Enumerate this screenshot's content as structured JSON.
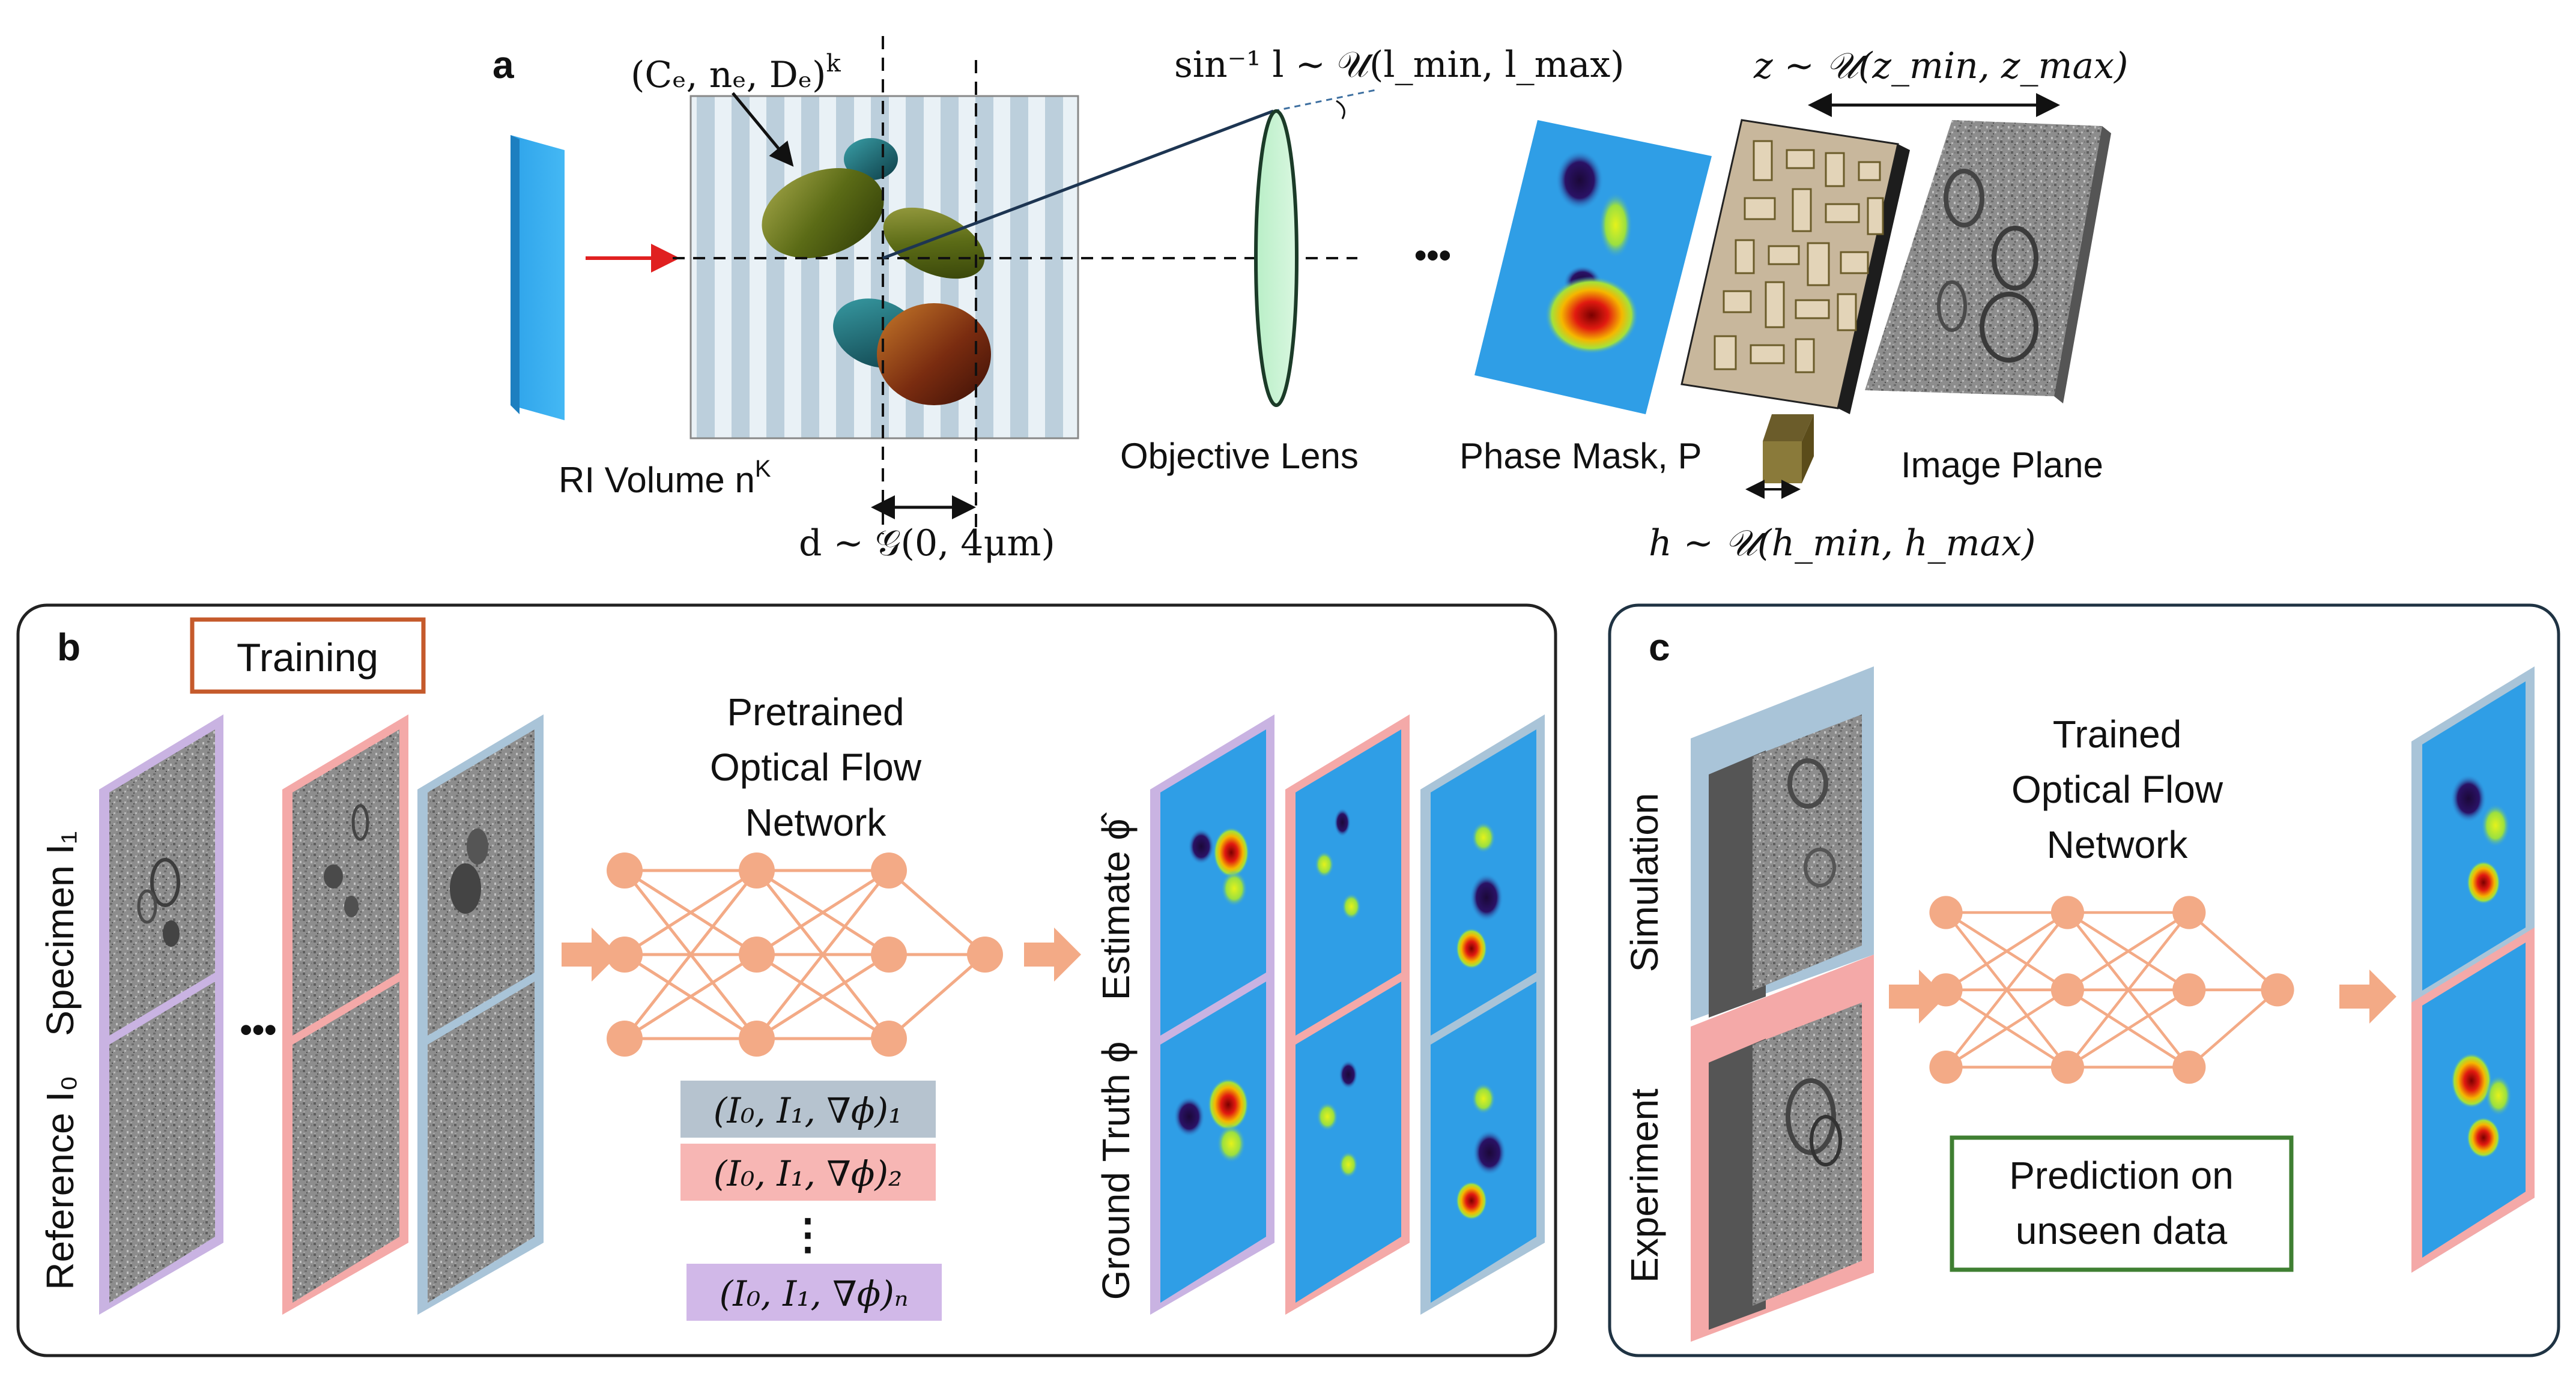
{
  "panel_a": {
    "letter": "a",
    "ri_volume_label": "RI Volume n",
    "ri_volume_sup": "K",
    "ellipsoid_params": "(Cₑ, nₑ, Dₑ)",
    "ellipsoid_params_sup": "k",
    "tilt_formula": "sin⁻¹ l  ~ 𝒰(l_min, l_max)",
    "grating_formula": "d ~ 𝒢(0, 4μm)",
    "objective_label": "Objective Lens",
    "ellipsis": "•••",
    "phase_mask_label": "Phase Mask, P",
    "image_plane_label": "Image Plane",
    "z_formula": "z ~ 𝒰(z_min, z_max)",
    "h_formula": "h ~ 𝒰(h_min, h_max)"
  },
  "panel_b": {
    "letter": "b",
    "training_label": "Training",
    "specimen_label": "Specimen I₁",
    "reference_label": "Reference I₀",
    "stack_ellipsis": "•••",
    "network_title_1": "Pretrained",
    "network_title_2": "Optical Flow",
    "network_title_3": "Network",
    "tuple_1": "(I₀, I₁, ∇ϕ)₁",
    "tuple_2": "(I₀, I₁, ∇ϕ)₂",
    "tuple_ellipsis": "⋮",
    "tuple_n": "(I₀, I₁, ∇ϕ)ₙ",
    "estimate_label": "Estimate ϕ̂",
    "ground_truth_label": "Ground Truth ϕ"
  },
  "panel_c": {
    "letter": "c",
    "simulation_label": "Simulation",
    "experiment_label": "Experiment",
    "network_title_1": "Trained",
    "network_title_2": "Optical Flow",
    "network_title_3": "Network",
    "prediction_1": "Prediction on",
    "prediction_2": "unseen data"
  },
  "colors": {
    "purple": "#c9b3e2",
    "pink": "#f4a9a8",
    "blue_frame": "#a9c4d8",
    "node": "#f3aa86",
    "training_box": "#c55a2b",
    "prediction_box": "#3f7f32",
    "map_blue": "#2f9ee6",
    "panel_b_border": "#222222",
    "panel_c_border": "#1f3343"
  }
}
